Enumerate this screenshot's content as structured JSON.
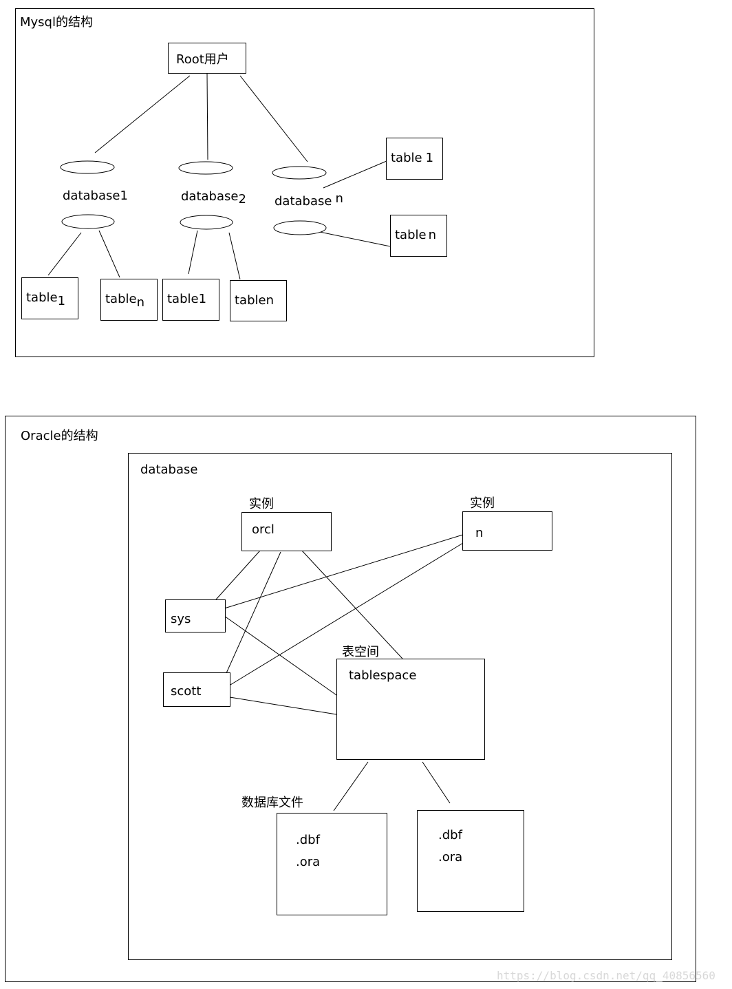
{
  "mysql": {
    "title": "Mysql的结构",
    "root": "Root用户",
    "db1": {
      "name": "database",
      "sub": "1"
    },
    "db2": {
      "name": "database",
      "sub": "2"
    },
    "dbn": {
      "name": "database",
      "sub": "n"
    },
    "db1_tables": [
      {
        "name": "table",
        "sub": "1"
      },
      {
        "name": "table",
        "sub": "n"
      }
    ],
    "db2_tables": [
      "table1",
      "tablen"
    ],
    "dbn_tables": [
      {
        "name": "table",
        "sub": "1"
      },
      {
        "name": "table",
        "sub": "n"
      }
    ]
  },
  "oracle": {
    "title": "Oracle的结构",
    "database_label": "database",
    "instance_caption": "实例",
    "instances": [
      "orcl",
      "n"
    ],
    "users": [
      "sys",
      "scott"
    ],
    "tablespace_caption": "表空间",
    "tablespace": "tablespace",
    "datafiles_caption": "数据库文件",
    "datafiles": [
      {
        "ext1": ".dbf",
        "ext2": ".ora"
      },
      {
        "ext1": ".dbf",
        "ext2": ".ora"
      }
    ]
  },
  "watermark": "https://blog.csdn.net/qq_40856560"
}
